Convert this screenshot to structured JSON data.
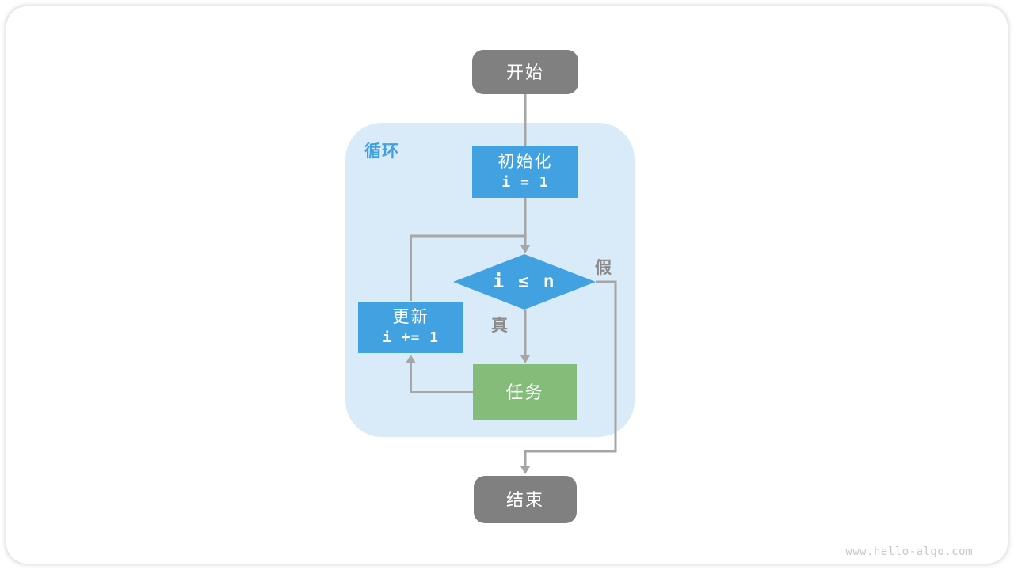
{
  "colors": {
    "accent_blue": "#41a1e1",
    "task_green": "#84bc7a",
    "node_gray": "#808080",
    "container_bg": "#d9eaf8",
    "line_gray": "#a6a6a6",
    "label_gray": "#8a8a8a",
    "watermark_gray": "#c8c8c8"
  },
  "watermark": "www.hello-algo.com",
  "flowchart": {
    "start": "开始",
    "loop_label": "循环",
    "init_title": "初始化",
    "init_code": "i = 1",
    "condition": "i ≤ n",
    "true_label": "真",
    "false_label": "假",
    "update_title": "更新",
    "update_code": "i += 1",
    "task": "任务",
    "end": "结束"
  }
}
